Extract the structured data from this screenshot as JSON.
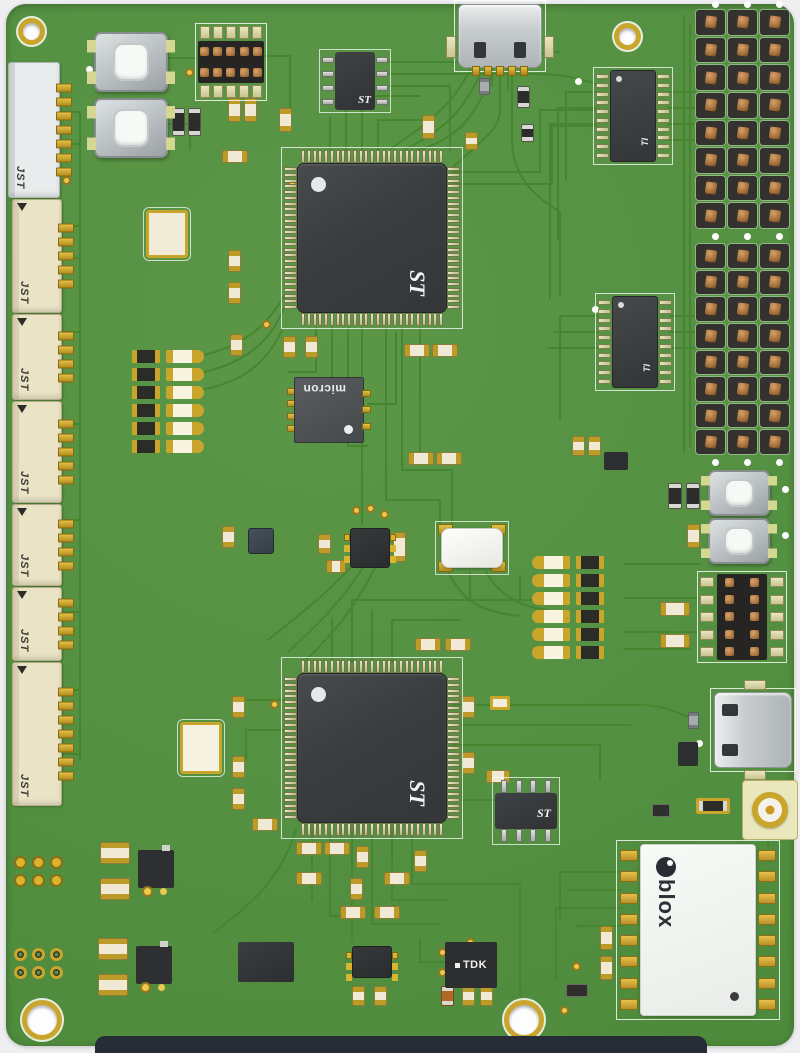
{
  "window": {
    "type": "pcb-3d-render",
    "description": "Green development board 3D render"
  },
  "colors": {
    "page_bg": "#efeef0",
    "board_green": "#549041",
    "trace_green": "#47852f",
    "pad_gold": "#c9a52c",
    "chip_dark": "#3b3e41",
    "header_black": "#33322e",
    "pin_bronze": "#9c6733",
    "jst_cream": "#eae3c6",
    "jst_white": "#e9ecec",
    "module_white": "#f5f7f4",
    "silkscreen": "#ffffff",
    "bottom_bar": "#262d36"
  },
  "labels": {
    "jst": "JST",
    "st_logo": "ST",
    "ti_logo": "TI",
    "micron_logo": "micron",
    "ublox_logo_text": "blox",
    "tdk_logo": "TDK"
  },
  "structure": {
    "jst_connectors": [
      {
        "label": "JST",
        "pins": 7,
        "tone": "white"
      },
      {
        "label": "JST",
        "pins": 5,
        "tone": "cream"
      },
      {
        "label": "JST",
        "pins": 4,
        "tone": "cream"
      },
      {
        "label": "JST",
        "pins": 5,
        "tone": "cream"
      },
      {
        "label": "JST",
        "pins": 4,
        "tone": "cream"
      },
      {
        "label": "JST",
        "pins": 4,
        "tone": "cream"
      },
      {
        "label": "JST",
        "pins": 7,
        "tone": "cream"
      }
    ],
    "qfp_pins_per_side": 25,
    "tssop_pins_per_side": 10,
    "soic_pins_per_side": 4,
    "right_header_cells": 24,
    "header10_pins": 10,
    "header10_pad_cols": 5,
    "header10v_pad_rows": 5,
    "led_rows": 6,
    "ublox_pads_per_side": 8,
    "micron_pads_left": 4,
    "micron_pads_right": 3,
    "through_hole_pads": 6,
    "usb_pins": 5
  }
}
